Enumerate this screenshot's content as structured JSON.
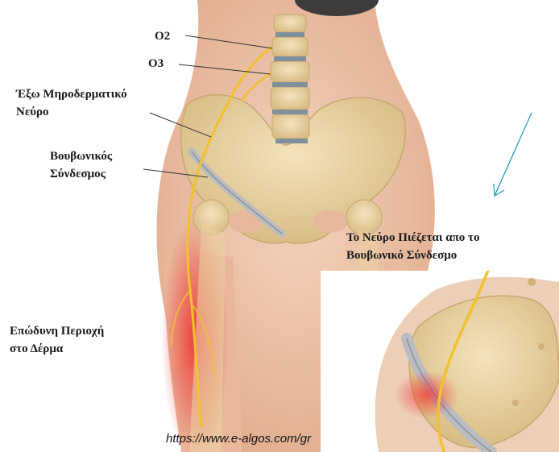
{
  "labels": {
    "o2": "O2",
    "o3": "O3",
    "nerve": [
      "Έξω Μηροδερματικό",
      "Νεύρο"
    ],
    "ligament": [
      "Βουβωνικός",
      "Σύνδεσμος"
    ],
    "painful_area": [
      "Επώδυνη Περιοχή",
      "στο Δέρμα"
    ],
    "inset_title": [
      "Το Νεύρο Πιέζεται απο το",
      "Βουβωνικό Σύνδεσμο"
    ]
  },
  "source_url": "https://www.e-algos.com/gr",
  "colors": {
    "skin": "#eec7ad",
    "bone": "#e7d1a2",
    "nerve": "#f2c12e",
    "ligament": "#b9bcc0",
    "pain": "#ef3b3b",
    "arrow": "#2a9fb5"
  }
}
